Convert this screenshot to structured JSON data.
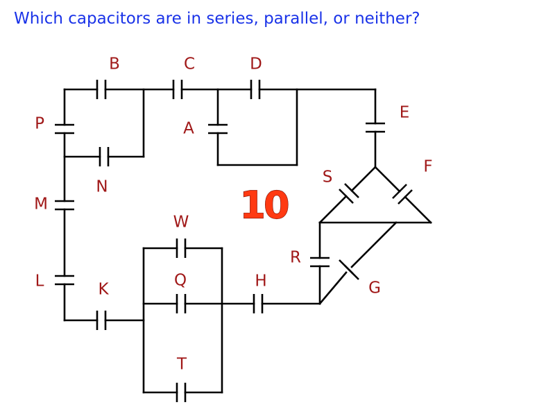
{
  "question": "Which capacitors are in series, parallel, or neither?",
  "problem_number": "10",
  "capacitors": {
    "A": "A",
    "B": "B",
    "C": "C",
    "D": "D",
    "E": "E",
    "F": "F",
    "G": "G",
    "H": "H",
    "K": "K",
    "L": "L",
    "M": "M",
    "N": "N",
    "P": "P",
    "Q": "Q",
    "R": "R",
    "S": "S",
    "T": "T",
    "W": "W"
  },
  "colors": {
    "question": "#1a33e8",
    "labels": "#a01818",
    "number": "#ff3a12"
  }
}
